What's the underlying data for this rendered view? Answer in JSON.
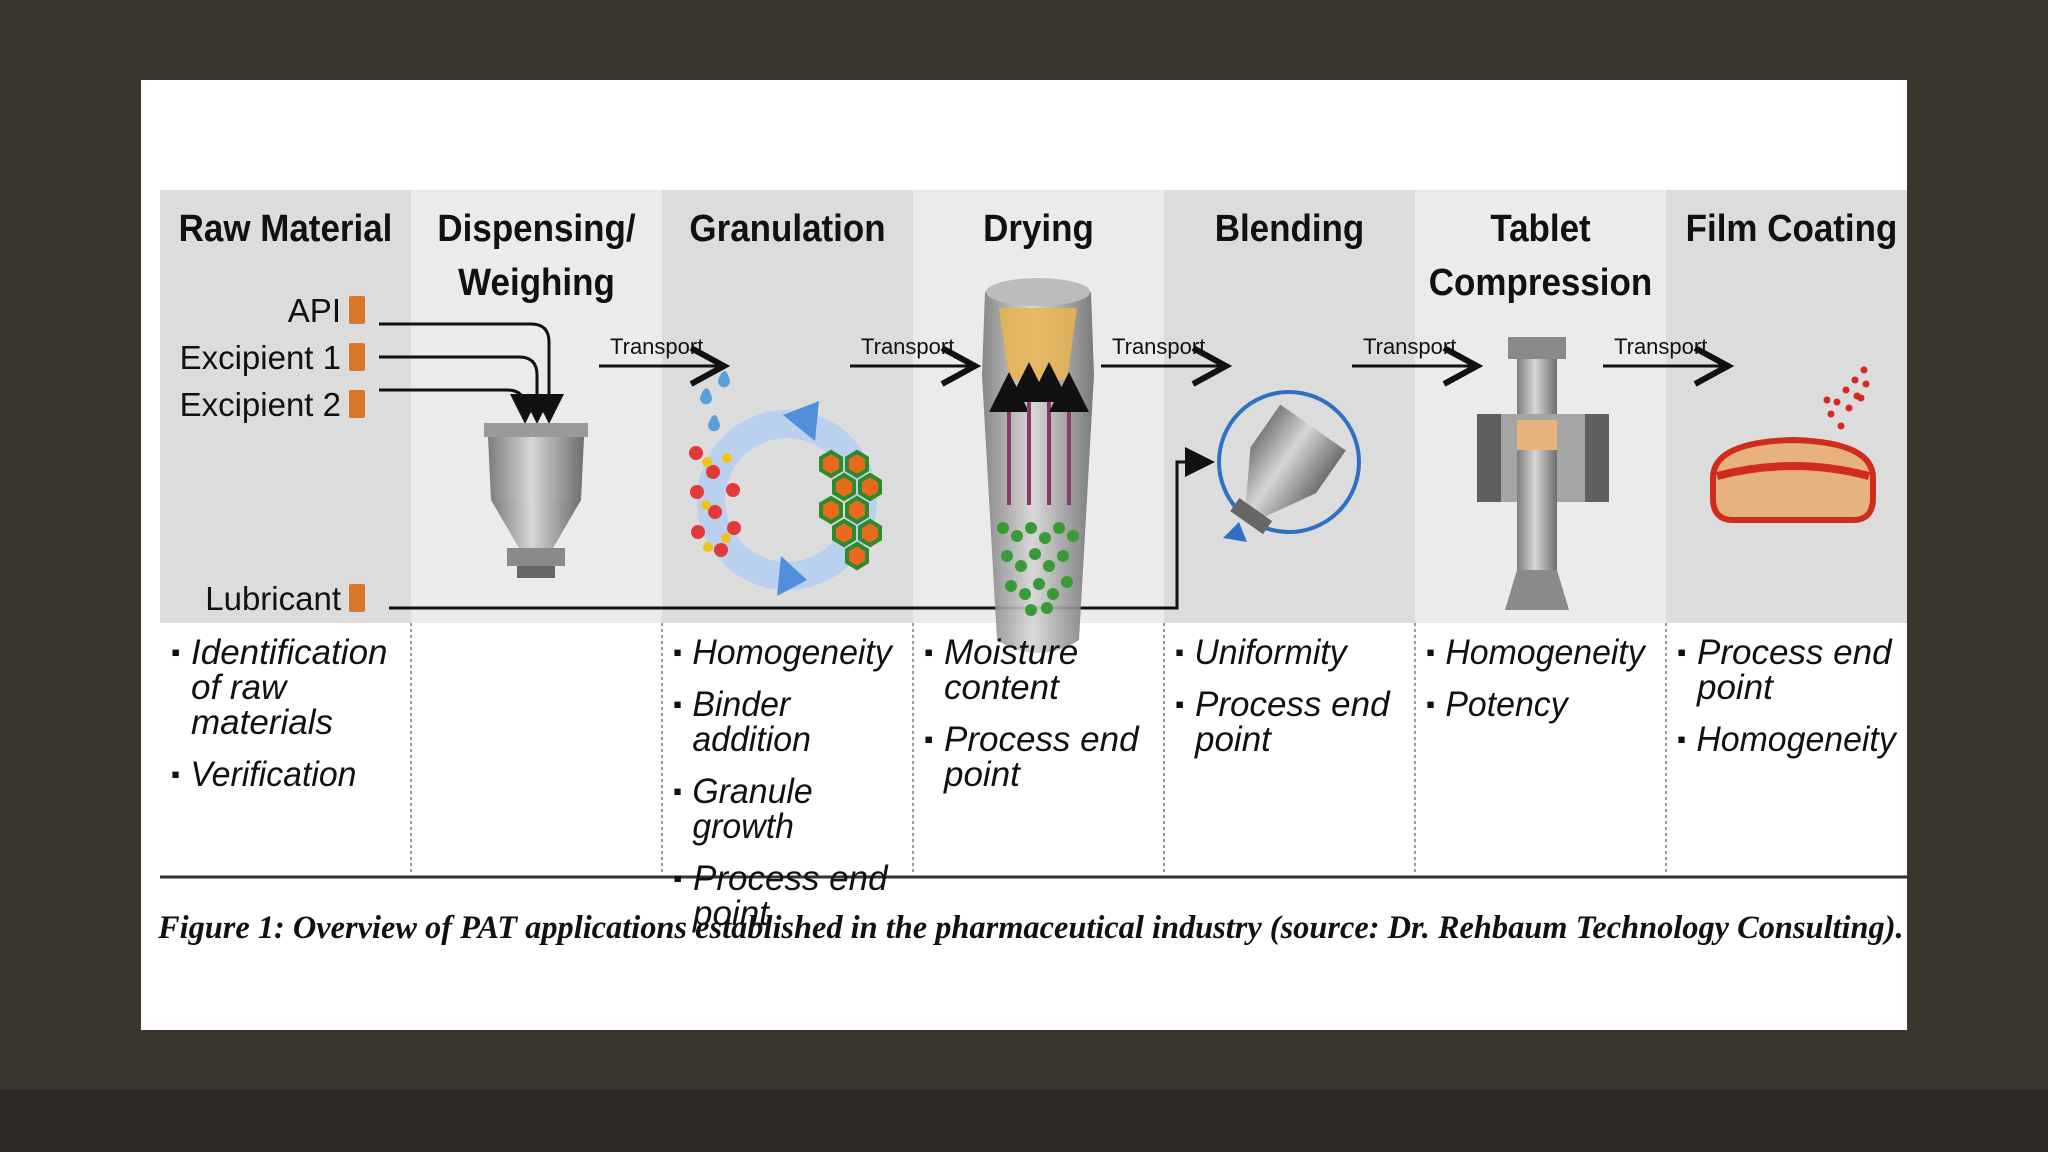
{
  "stages": [
    {
      "title": "Raw Material",
      "bullets": [
        "Identification of raw materials",
        "Verification"
      ]
    },
    {
      "title": "Dispensing/ Weighing",
      "bullets": []
    },
    {
      "title": "Granulation",
      "bullets": [
        "Homogeneity",
        "Binder addition",
        "Granule growth",
        "Process end point"
      ]
    },
    {
      "title": "Drying",
      "bullets": [
        "Moisture content",
        "Process end point"
      ]
    },
    {
      "title": "Blending",
      "bullets": [
        "Uniformity",
        "Process end point"
      ]
    },
    {
      "title": "Tablet Compression",
      "bullets": [
        "Homogeneity",
        "Potency"
      ]
    },
    {
      "title": "Film Coating",
      "bullets": [
        "Process end point",
        "Homogeneity"
      ]
    }
  ],
  "materials": [
    "API",
    "Excipient 1",
    "Excipient 2",
    "Lubricant"
  ],
  "transport_label": "Transport",
  "caption": "Figure 1: Overview of PAT applications established in the pharmaceutical industry (source: Dr. Rehbaum Technology Consulting).",
  "colors": {
    "band_dark": "#dcdcdc",
    "band_light": "#ebebeb",
    "material_box": "#d9782a",
    "coating": "#d12b1f",
    "tablet_body": "#e8b27d",
    "granule_green": "#3a9a3a",
    "rotation_arrow": "#2f6fc4",
    "water_drop": "#5a9fd8"
  },
  "icons": [
    "hopper-icon",
    "granulation-cycle-icon",
    "fluid-bed-dryer-icon",
    "bin-blender-icon",
    "tablet-press-icon",
    "coated-tablet-icon"
  ]
}
